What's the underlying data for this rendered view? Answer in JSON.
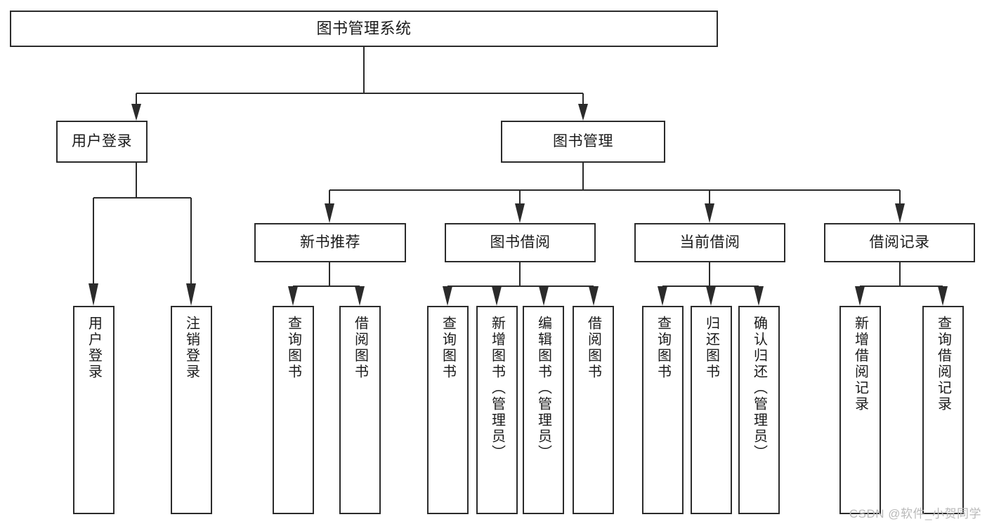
{
  "diagram": {
    "type": "tree",
    "title": "图书管理系统",
    "style": {
      "box_stroke": "#2b2b2b",
      "box_fill": "#ffffff",
      "text_color": "#1a1a1a",
      "background": "#ffffff",
      "watermark_color": "#b9b9b9"
    },
    "root": {
      "label": "图书管理系统",
      "children": [
        {
          "label": "用户登录",
          "children": [
            {
              "label": "用户登录"
            },
            {
              "label": "注销登录"
            }
          ]
        },
        {
          "label": "图书管理",
          "children": [
            {
              "label": "新书推荐",
              "children": [
                {
                  "label": "查询图书"
                },
                {
                  "label": "借阅图书"
                }
              ]
            },
            {
              "label": "图书借阅",
              "children": [
                {
                  "label": "查询图书"
                },
                {
                  "label": "新增图书（管理员）"
                },
                {
                  "label": "编辑图书（管理员）"
                },
                {
                  "label": "借阅图书"
                }
              ]
            },
            {
              "label": "当前借阅",
              "children": [
                {
                  "label": "查询图书"
                },
                {
                  "label": "归还图书"
                },
                {
                  "label": "确认归还（管理员）"
                }
              ]
            },
            {
              "label": "借阅记录",
              "children": [
                {
                  "label": "新增借阅记录"
                },
                {
                  "label": "查询借阅记录"
                }
              ]
            }
          ]
        }
      ]
    }
  },
  "watermark": {
    "text": "CSDN @软件_小贺同学"
  }
}
